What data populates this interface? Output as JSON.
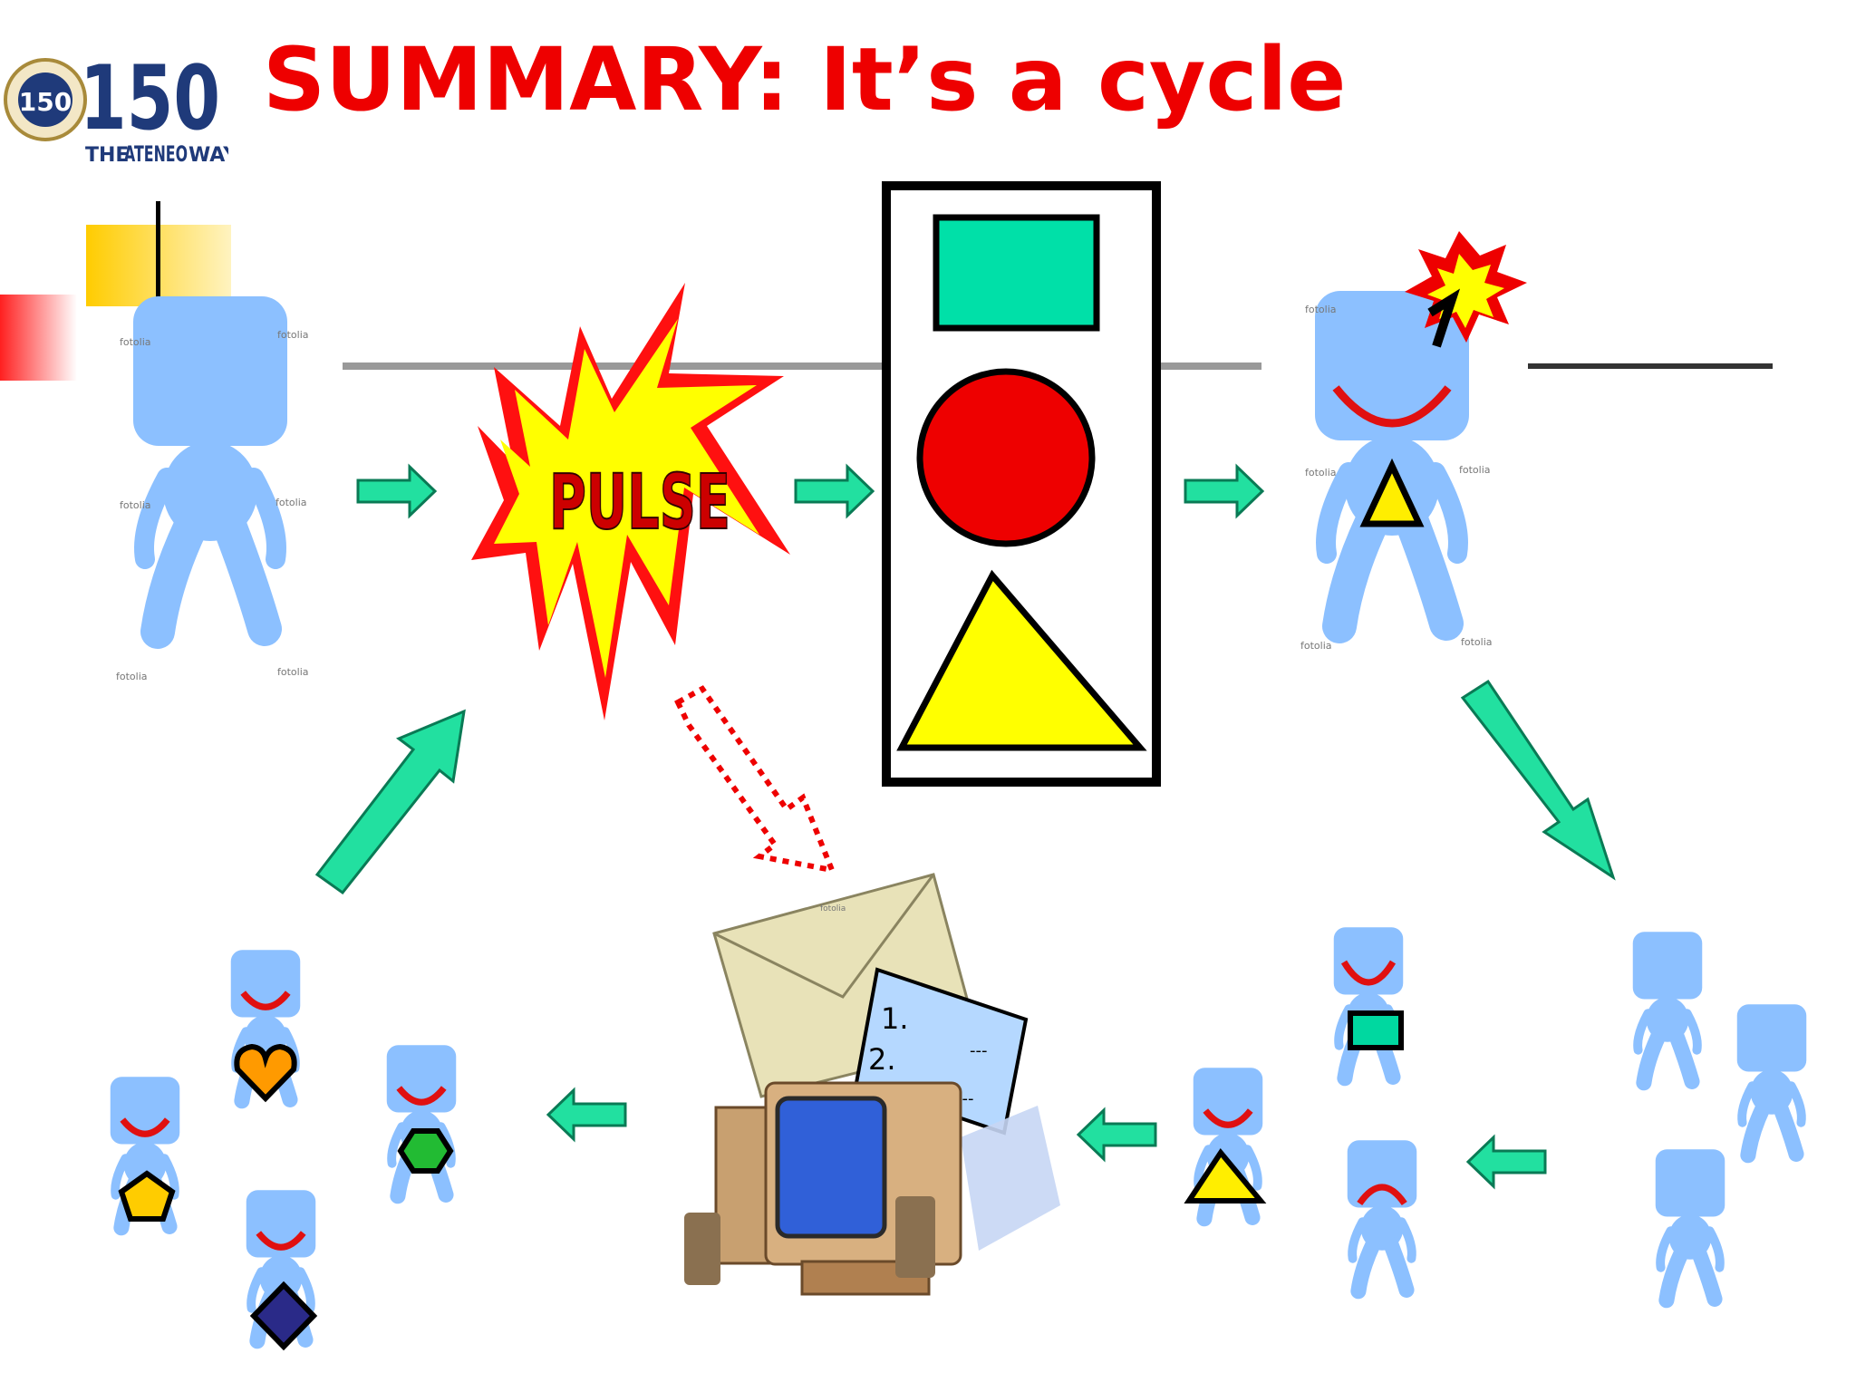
{
  "title": "SUMMARY: It’s a cycle",
  "logo": {
    "number": "150",
    "brand_prefix": "THE",
    "brand_main": "ATENEO",
    "brand_suffix": "WAY",
    "seal_number": "150"
  },
  "pulse_label": "PULSE",
  "message": {
    "item_1": "1.",
    "item_2": "2.",
    "dash": "---"
  },
  "watermark": "fotolia",
  "colors": {
    "title": "#ee0000",
    "arrow": "#22e0a0",
    "arrow_stroke": "#0a7a55",
    "figure": "#8cc0ff",
    "smile": "#e01010",
    "traffic_square": "#00e0a8",
    "traffic_circle": "#ee0000",
    "traffic_triangle": "#ffff00",
    "burst_outer": "#ee0000",
    "burst_inner": "#ffff00"
  },
  "badges": {
    "heart": "#ff9a00",
    "hexagon": "#22bb33",
    "pentagon": "#ffcc00",
    "diamond": "#2a2a88",
    "square": "#00d8a0",
    "triangle": "#ffee00"
  }
}
